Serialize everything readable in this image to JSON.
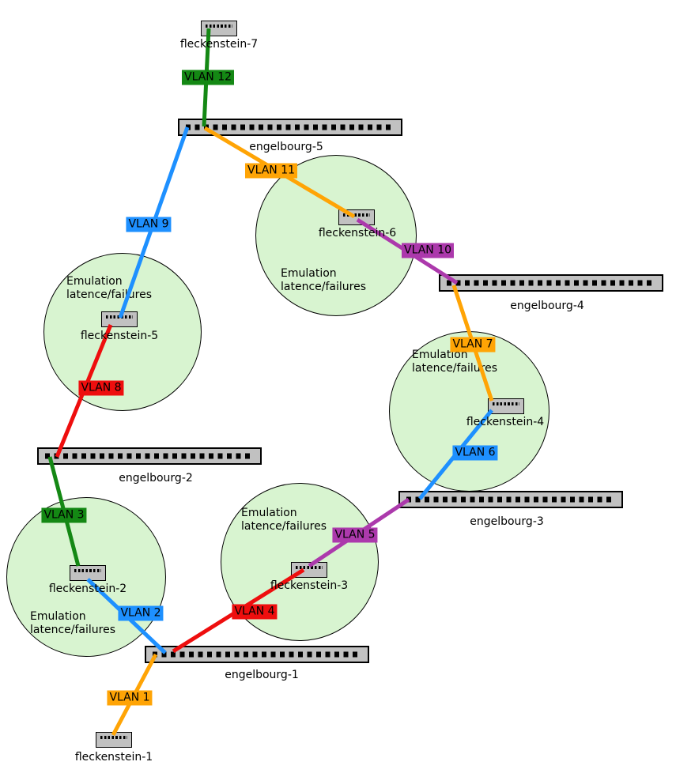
{
  "colors": {
    "green": "#148814",
    "orange": "#FFA405",
    "blue": "#1E90FF",
    "red": "#EE0E0E",
    "purple": "#AC39AC",
    "zone_fill": "#D8F4D0",
    "node_fill": "#C1C1C1",
    "background": "#FFFFFF"
  },
  "emulation_zone_label": {
    "line1": "Emulation",
    "line2": "latence/failures"
  },
  "hosts": [
    {
      "name": "fleckenstein-7",
      "emulation_zone": false
    },
    {
      "name": "fleckenstein-6",
      "emulation_zone": true
    },
    {
      "name": "fleckenstein-5",
      "emulation_zone": true
    },
    {
      "name": "fleckenstein-4",
      "emulation_zone": true
    },
    {
      "name": "fleckenstein-3",
      "emulation_zone": true
    },
    {
      "name": "fleckenstein-2",
      "emulation_zone": true
    },
    {
      "name": "fleckenstein-1",
      "emulation_zone": false
    }
  ],
  "switches": [
    {
      "name": "engelbourg-5"
    },
    {
      "name": "engelbourg-4"
    },
    {
      "name": "engelbourg-3"
    },
    {
      "name": "engelbourg-2"
    },
    {
      "name": "engelbourg-1"
    }
  ],
  "edges": [
    {
      "vlan": "VLAN 12",
      "color": "green",
      "from": "fleckenstein-7",
      "to": "engelbourg-5"
    },
    {
      "vlan": "VLAN 11",
      "color": "orange",
      "from": "engelbourg-5",
      "to": "fleckenstein-6"
    },
    {
      "vlan": "VLAN 9",
      "color": "blue",
      "from": "engelbourg-5",
      "to": "fleckenstein-5"
    },
    {
      "vlan": "VLAN 10",
      "color": "purple",
      "from": "fleckenstein-6",
      "to": "engelbourg-4"
    },
    {
      "vlan": "VLAN 7",
      "color": "orange",
      "from": "engelbourg-4",
      "to": "fleckenstein-4"
    },
    {
      "vlan": "VLAN 6",
      "color": "blue",
      "from": "fleckenstein-4",
      "to": "engelbourg-3"
    },
    {
      "vlan": "VLAN 5",
      "color": "purple",
      "from": "engelbourg-3",
      "to": "fleckenstein-3"
    },
    {
      "vlan": "VLAN 4",
      "color": "red",
      "from": "fleckenstein-3",
      "to": "engelbourg-1"
    },
    {
      "vlan": "VLAN 2",
      "color": "blue",
      "from": "fleckenstein-2",
      "to": "engelbourg-1"
    },
    {
      "vlan": "VLAN 1",
      "color": "orange",
      "from": "engelbourg-1",
      "to": "fleckenstein-1"
    },
    {
      "vlan": "VLAN 3",
      "color": "green",
      "from": "engelbourg-2",
      "to": "fleckenstein-2"
    },
    {
      "vlan": "VLAN 8",
      "color": "red",
      "from": "fleckenstein-5",
      "to": "engelbourg-2"
    }
  ]
}
